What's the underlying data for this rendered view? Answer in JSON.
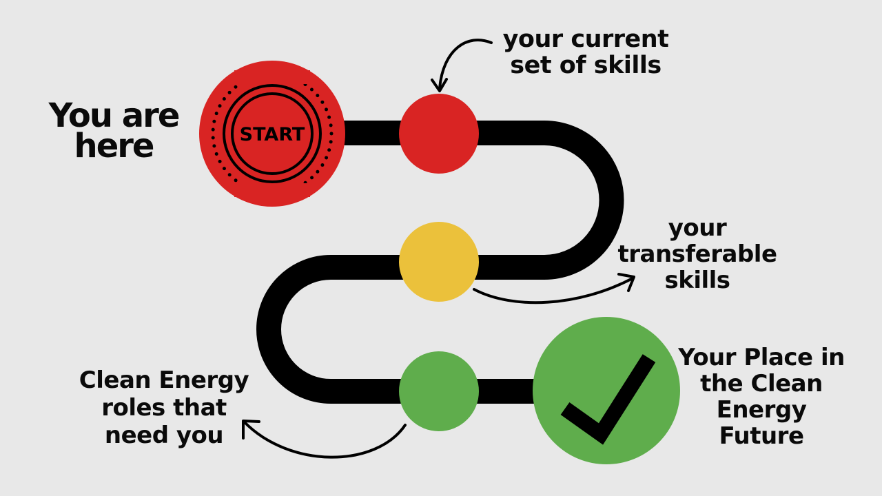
{
  "colors": {
    "background": "#e8e8e8",
    "path": "#000000",
    "start_red": "#d92423",
    "skills_red": "#d92423",
    "transferable_yellow": "#ebc13b",
    "roles_green": "#5fad4c",
    "goal_green": "#5fad4c"
  },
  "icons": {
    "goal": "checkmark-icon"
  },
  "start": {
    "label": "START"
  },
  "you_are_here": {
    "line1": "You are",
    "line2": "here"
  },
  "current_skills": {
    "line1": "your current",
    "line2": "set of skills"
  },
  "transferable_skills": {
    "line1": "your",
    "line2": "transferable",
    "line3": "skills"
  },
  "clean_energy_roles": {
    "line1": "Clean Energy",
    "line2": "roles that",
    "line3": "need you"
  },
  "your_place": {
    "line1": "Your Place in",
    "line2": "the Clean",
    "line3": "Energy",
    "line4": "Future"
  }
}
